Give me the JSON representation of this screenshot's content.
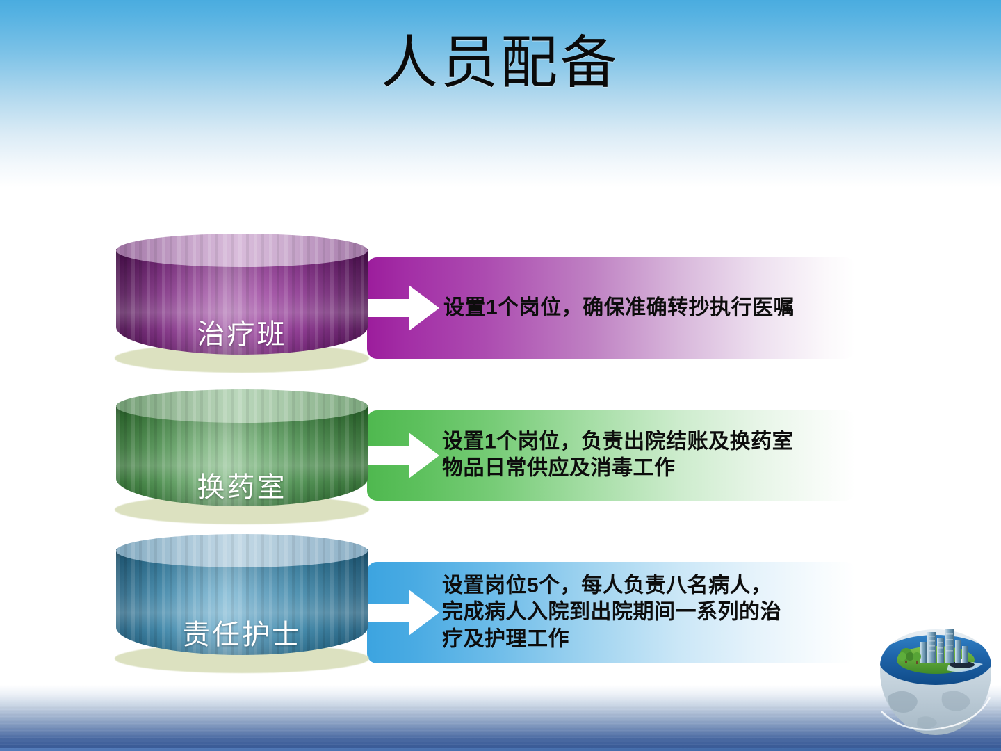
{
  "slide": {
    "title": "人员配备",
    "background": {
      "sky_color": "#4aacdf",
      "water_color": "#345694",
      "page_color": "#ffffff"
    }
  },
  "rows": [
    {
      "cylinder_label": "治疗班",
      "description": "设置1个岗位，确保准确转抄执行医嘱",
      "accent_color": "#9c1d9c",
      "cylinder_color": "#7a2a7e",
      "arrow_icon": "right-arrow-icon"
    },
    {
      "cylinder_label": "换药室",
      "description": "设置1个岗位，负责出院结账及换药室\n物品日常供应及消毒工作",
      "accent_color": "#4fb84f",
      "cylinder_color": "#4e9050",
      "arrow_icon": "right-arrow-icon"
    },
    {
      "cylinder_label": "责任护士",
      "description": "设置岗位5个，每人负责八名病人，\n完成病人入院到出院期间一系列的治\n疗及护理工作",
      "accent_color": "#3ca4e0",
      "cylinder_color": "#3a83a6",
      "arrow_icon": "right-arrow-icon"
    }
  ],
  "decorations": {
    "globe": {
      "icon": "globe-city-icon",
      "description": "地球城市装饰图"
    }
  }
}
